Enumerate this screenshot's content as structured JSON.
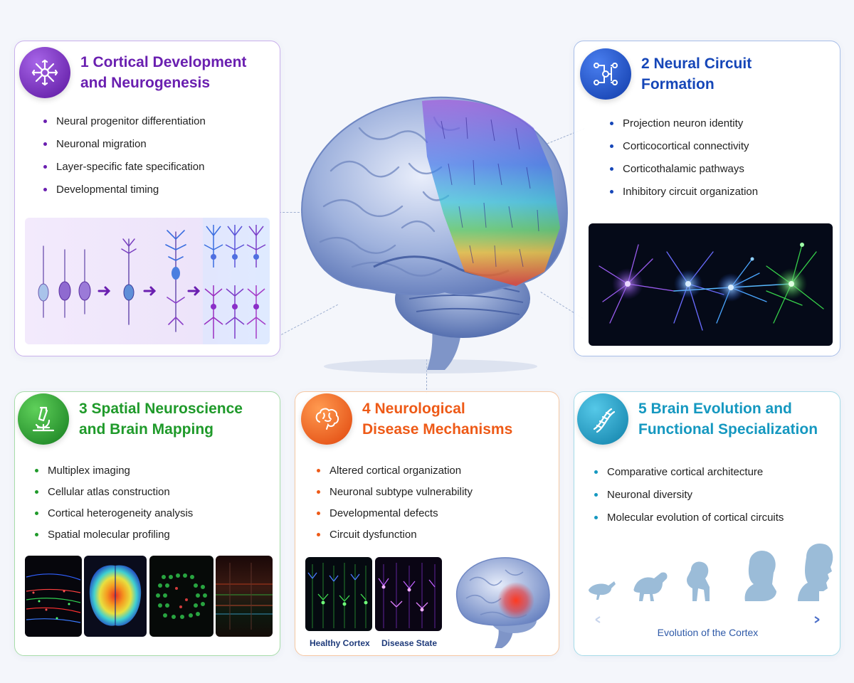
{
  "center": {
    "icon": "brain-illustration"
  },
  "sections": [
    {
      "number": "1",
      "title": "1 Cortical Development\nand Neurogenesis",
      "icon": "neuron-star-icon",
      "color": "#6a1fb0",
      "bullets": [
        "Neural progenitor differentiation",
        "Neuronal migration",
        "Layer-specific fate specification",
        "Developmental timing"
      ]
    },
    {
      "number": "2",
      "title": "2 Neural Circuit\nFormation",
      "icon": "circuit-icon",
      "color": "#1546b8",
      "bullets": [
        "Projection neuron identity",
        "Corticocortical connectivity",
        "Corticothalamic pathways",
        "Inhibitory circuit organization"
      ]
    },
    {
      "number": "3",
      "title": "3 Spatial Neuroscience\nand Brain Mapping",
      "icon": "microscope-icon",
      "color": "#1f9a2a",
      "bullets": [
        "Multiplex imaging",
        "Cellular atlas construction",
        "Cortical heterogeneity analysis",
        "Spatial molecular profiling"
      ]
    },
    {
      "number": "4",
      "title": "4 Neurological\nDisease Mechanisms",
      "icon": "brain-icon",
      "color": "#ee5a17",
      "bullets": [
        "Altered cortical organization",
        "Neuronal subtype vulnerability",
        "Developmental defects",
        "Circuit dysfunction"
      ],
      "captions": [
        "Healthy Cortex",
        "Disease State"
      ]
    },
    {
      "number": "5",
      "title": "5 Brain Evolution and\nFunctional Specialization",
      "icon": "dna-icon",
      "color": "#1598c0",
      "bullets": [
        "Comparative cortical architecture",
        "Neuronal diversity",
        "Molecular evolution of cortical circuits"
      ],
      "arrow_label": "Evolution of the Cortex"
    }
  ]
}
